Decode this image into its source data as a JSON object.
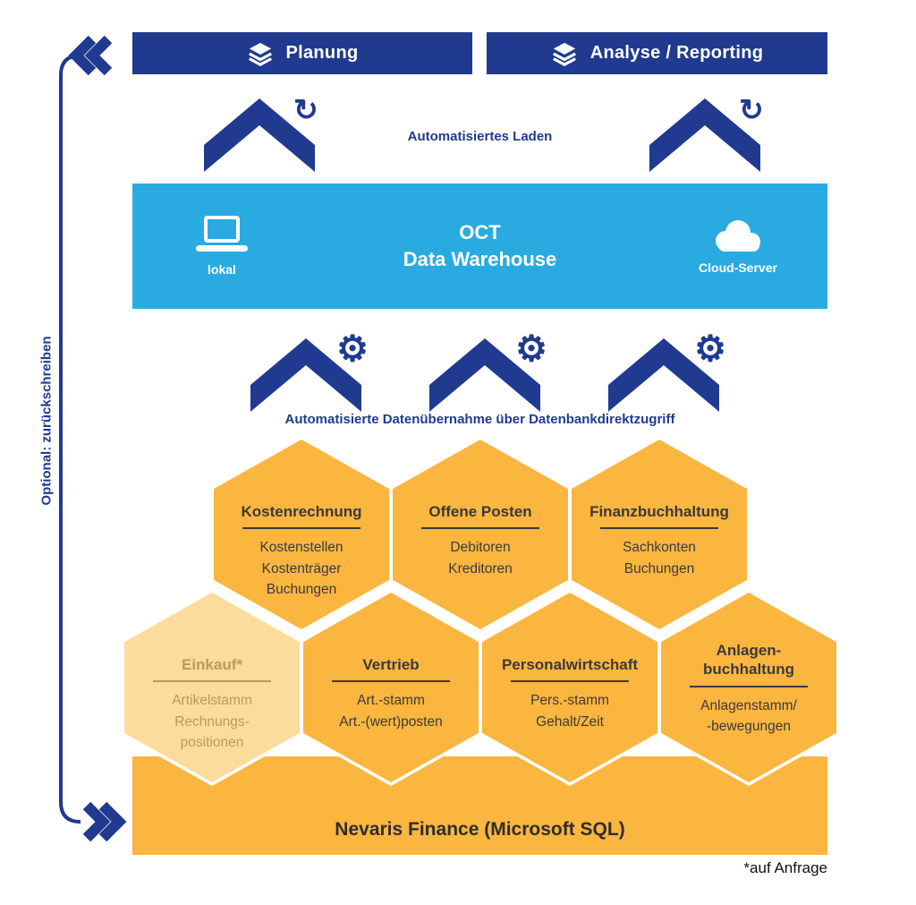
{
  "colors": {
    "dark_blue": "#203A8F",
    "cyan": "#29ABE2",
    "orange": "#FBB640",
    "pale_orange": "#FCDC9C",
    "text_dark": "#3A3A3A",
    "muted_text": "#BD9A55"
  },
  "icons": {
    "refresh": "↻",
    "gear": "⚙"
  },
  "banners": {
    "planung": "Planung",
    "analyse": "Analyse / Reporting"
  },
  "labels": {
    "load": "Automatisiertes Laden",
    "transfer": "Automatisierte Datenübernahme über Datenbankdirektzugriff",
    "writeback": "Optional: zurückschreiben",
    "base": "Nevaris Finance (Microsoft SQL)",
    "footnote": "*auf Anfrage"
  },
  "warehouse": {
    "title_line1": "OCT",
    "title_line2": "Data Warehouse",
    "local": "lokal",
    "cloud": "Cloud-Server"
  },
  "hexagons": [
    {
      "title": "Kostenrechnung",
      "lines": [
        "Kostenstellen",
        "Kostenträger",
        "Buchungen"
      ]
    },
    {
      "title": "Offene Posten",
      "lines": [
        "Debitoren",
        "Kreditoren"
      ]
    },
    {
      "title": "Finanzbuchhaltung",
      "lines": [
        "Sachkonten",
        "Buchungen"
      ]
    },
    {
      "title": "Einkauf*",
      "lines": [
        "Artikelstamm",
        "Rechnungs-",
        "positionen"
      ]
    },
    {
      "title": "Vertrieb",
      "lines": [
        "Art.-stamm",
        "Art.-(wert)posten"
      ]
    },
    {
      "title": "Personalwirtschaft",
      "lines": [
        "Pers.-stamm",
        "Gehalt/Zeit"
      ]
    },
    {
      "title": "Anlagen-\nbuchhaltung",
      "lines": [
        "Anlagenstamm/",
        "-bewegungen"
      ]
    }
  ]
}
